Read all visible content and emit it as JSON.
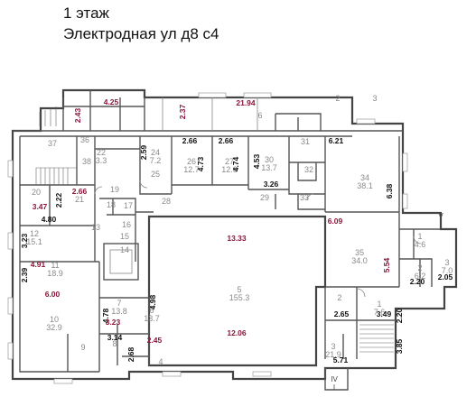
{
  "header": {
    "floor_title": "1 этаж",
    "address": "Электродная ул д8 с4"
  },
  "colors": {
    "dimension_accent": "#8a1538",
    "dimension_black": "#111111",
    "room_text": "#8a8a8a",
    "walls": "#555555"
  },
  "rooms": [
    {
      "num": "I",
      "area": ""
    },
    {
      "num": "2",
      "area": ""
    },
    {
      "num": "3",
      "area": ""
    },
    {
      "num": "6",
      "area": ""
    },
    {
      "num": "37",
      "area": ""
    },
    {
      "num": "36",
      "area": ""
    },
    {
      "num": "38",
      "area": ""
    },
    {
      "num": "22",
      "area": "3.3"
    },
    {
      "num": "24",
      "area": "7.2"
    },
    {
      "num": "25",
      "area": ""
    },
    {
      "num": "26",
      "area": "12.7"
    },
    {
      "num": "27",
      "area": "12.6"
    },
    {
      "num": "30",
      "area": "13.7"
    },
    {
      "num": "31",
      "area": ""
    },
    {
      "num": "32",
      "area": ""
    },
    {
      "num": "34",
      "area": "38.1"
    },
    {
      "num": "20",
      "area": ""
    },
    {
      "num": "21",
      "area": ""
    },
    {
      "num": "19",
      "area": ""
    },
    {
      "num": "18",
      "area": ""
    },
    {
      "num": "17",
      "area": ""
    },
    {
      "num": "28",
      "area": ""
    },
    {
      "num": "29",
      "area": ""
    },
    {
      "num": "33",
      "area": ""
    },
    {
      "num": "12",
      "area": "15.1"
    },
    {
      "num": "13",
      "area": ""
    },
    {
      "num": "16",
      "area": ""
    },
    {
      "num": "15",
      "area": ""
    },
    {
      "num": "14",
      "area": ""
    },
    {
      "num": "11",
      "area": "18.9"
    },
    {
      "num": "5",
      "area": "155.3"
    },
    {
      "num": "35",
      "area": "34.0"
    },
    {
      "num": "1",
      "area": "4.6"
    },
    {
      "num": "2",
      "area": "6.2"
    },
    {
      "num": "3",
      "area": "7.0"
    },
    {
      "num": "V",
      "area": ""
    },
    {
      "num": "10",
      "area": "32.9"
    },
    {
      "num": "7",
      "area": "13.8"
    },
    {
      "num": "6",
      "area": "13.7"
    },
    {
      "num": "2",
      "area": ""
    },
    {
      "num": "1",
      "area": "7.6"
    },
    {
      "num": "9",
      "area": ""
    },
    {
      "num": "8",
      "area": ""
    },
    {
      "num": "4",
      "area": ""
    },
    {
      "num": "3",
      "area": "21.9"
    },
    {
      "num": "IV",
      "area": ""
    }
  ],
  "dimensions": [
    {
      "value": "4.25",
      "accent": true
    },
    {
      "value": "2.43",
      "accent": true
    },
    {
      "value": "2.37",
      "accent": true
    },
    {
      "value": "21.94",
      "accent": true
    },
    {
      "value": "2.59",
      "accent": false
    },
    {
      "value": "2.66",
      "accent": false
    },
    {
      "value": "4.73",
      "accent": false
    },
    {
      "value": "2.66",
      "accent": false
    },
    {
      "value": "4.74",
      "accent": false
    },
    {
      "value": "4.53",
      "accent": false
    },
    {
      "value": "6.21",
      "accent": false
    },
    {
      "value": "6.38",
      "accent": false
    },
    {
      "value": "3.26",
      "accent": false
    },
    {
      "value": "2.66",
      "accent": true
    },
    {
      "value": "2.22",
      "accent": false
    },
    {
      "value": "3.47",
      "accent": true
    },
    {
      "value": "4.80",
      "accent": false
    },
    {
      "value": "3.23",
      "accent": false
    },
    {
      "value": "13.33",
      "accent": true
    },
    {
      "value": "6.09",
      "accent": true
    },
    {
      "value": "4.91",
      "accent": true
    },
    {
      "value": "2.39",
      "accent": false
    },
    {
      "value": "5.54",
      "accent": true
    },
    {
      "value": "2.20",
      "accent": false
    },
    {
      "value": "2.05",
      "accent": false
    },
    {
      "value": "6.00",
      "accent": true
    },
    {
      "value": "4.78",
      "accent": false
    },
    {
      "value": "4.98",
      "accent": false
    },
    {
      "value": "2.65",
      "accent": false
    },
    {
      "value": "3.49",
      "accent": false
    },
    {
      "value": "2.20",
      "accent": false
    },
    {
      "value": "3.23",
      "accent": true
    },
    {
      "value": "12.06",
      "accent": true
    },
    {
      "value": "3.14",
      "accent": false
    },
    {
      "value": "2.45",
      "accent": true
    },
    {
      "value": "2.68",
      "accent": false
    },
    {
      "value": "3.85",
      "accent": false
    },
    {
      "value": "5.71",
      "accent": false
    }
  ]
}
